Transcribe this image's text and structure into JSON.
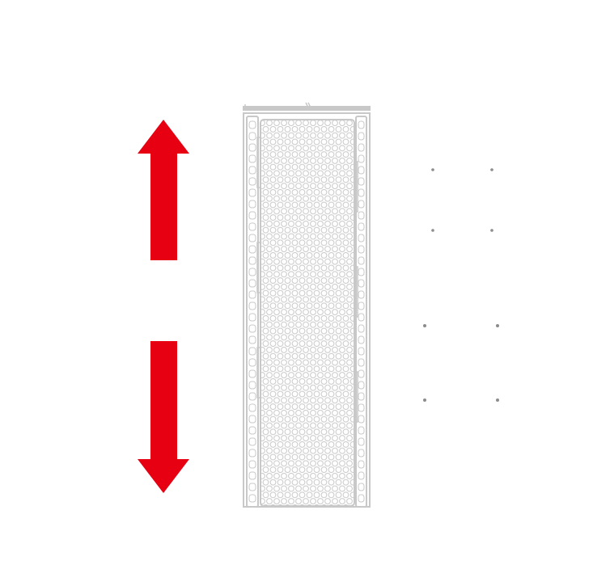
{
  "colors": {
    "arrow": "#e60012",
    "panel_stroke": "#c8c8c8",
    "panel_fill": "#ffffff",
    "dot": "#8c8c8c",
    "background": "#ffffff"
  },
  "icons": {
    "up_arrow": "arrow-up-icon",
    "down_arrow": "arrow-down-icon",
    "panel": "perforated-panel-illustration"
  },
  "dots": {
    "rows": 4,
    "columns": 2
  }
}
